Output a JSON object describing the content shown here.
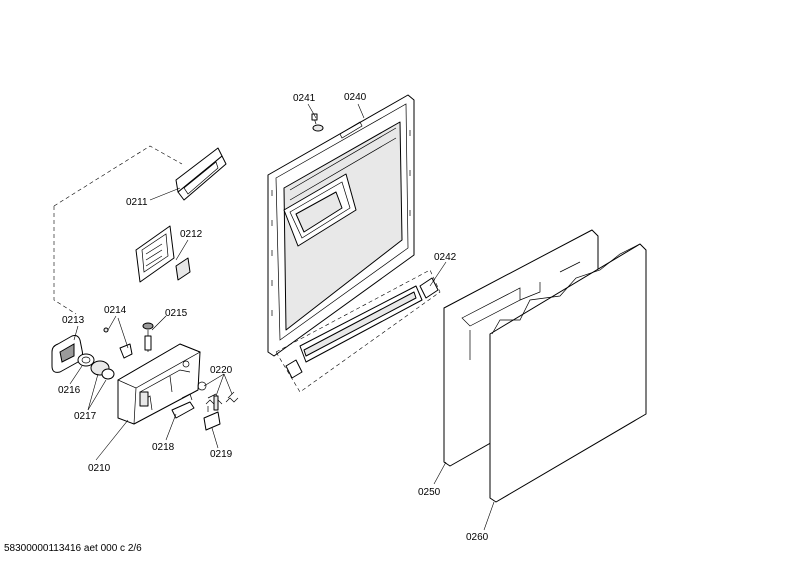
{
  "callouts": {
    "c0241": "0241",
    "c0240": "0240",
    "c0211": "0211",
    "c0212": "0212",
    "c0242": "0242",
    "c0213": "0213",
    "c0214": "0214",
    "c0215": "0215",
    "c0216": "0216",
    "c0217": "0217",
    "c0220": "0220",
    "c0218": "0218",
    "c0219": "0219",
    "c0210": "0210",
    "c0250": "0250",
    "c0260": "0260"
  },
  "footer": {
    "document_id": "58300000113416 aet 000 c 2/6"
  }
}
